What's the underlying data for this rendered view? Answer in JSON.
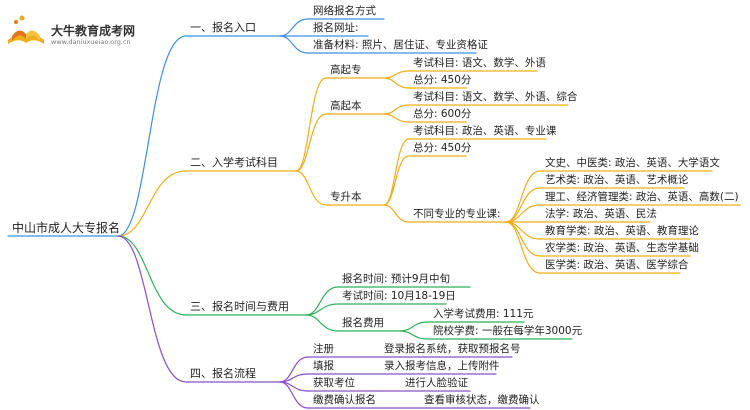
{
  "logo": {
    "name": "大牛教育成考网",
    "url": "www.daniuxueiao.org.cn"
  },
  "colors": {
    "blue": "#3d8fe3",
    "orange": "#f0ad1c",
    "green": "#2fb05a",
    "purple": "#8a4fc7"
  },
  "root": "中山市成人大专报名",
  "s1": {
    "title": "一、报名入口",
    "items": [
      "网络报名方式",
      "报名网址:",
      "准备材料: 照片、居住证、专业资格证"
    ]
  },
  "s2": {
    "title": "二、入学考试科目",
    "gqz": {
      "label": "高起专",
      "subjects": "考试科目: 语文、数学、外语",
      "score": "总分: 450分"
    },
    "gqb": {
      "label": "高起本",
      "subjects": "考试科目: 语文、数学、外语、综合",
      "score": "总分: 600分"
    },
    "zsb": {
      "label": "专升本",
      "subjects": "考试科目: 政治、英语、专业课",
      "score": "总分: 450分",
      "majors_label": "不同专业的专业课:",
      "majors": [
        "文史、中医类: 政治、英语、大学语文",
        "艺术类: 政治、英语、艺术概论",
        "理工、经济管理类: 政治、英语、高数(二)",
        "法学: 政治、英语、民法",
        "教育学类: 政治、英语、教育理论",
        "农学类: 政治、英语、生态学基础",
        "医学类: 政治、英语、医学综合"
      ]
    }
  },
  "s3": {
    "title": "三、报名时间与费用",
    "signup": "报名时间: 预计9月中旬",
    "exam": "考试时间: 10月18-19日",
    "fee": {
      "label": "报名费用",
      "items": [
        "入学考试费用: 111元",
        "院校学费: 一般在每学年3000元"
      ]
    }
  },
  "s4": {
    "title": "四、报名流程",
    "steps": [
      {
        "name": "注册",
        "desc": "登录报名系统，获取预报名号"
      },
      {
        "name": "填报",
        "desc": "录入报考信息，上传附件"
      },
      {
        "name": "获取考位",
        "desc": "进行人脸验证"
      },
      {
        "name": "缴费确认报名",
        "desc": "查看审核状态，缴费确认"
      }
    ]
  }
}
